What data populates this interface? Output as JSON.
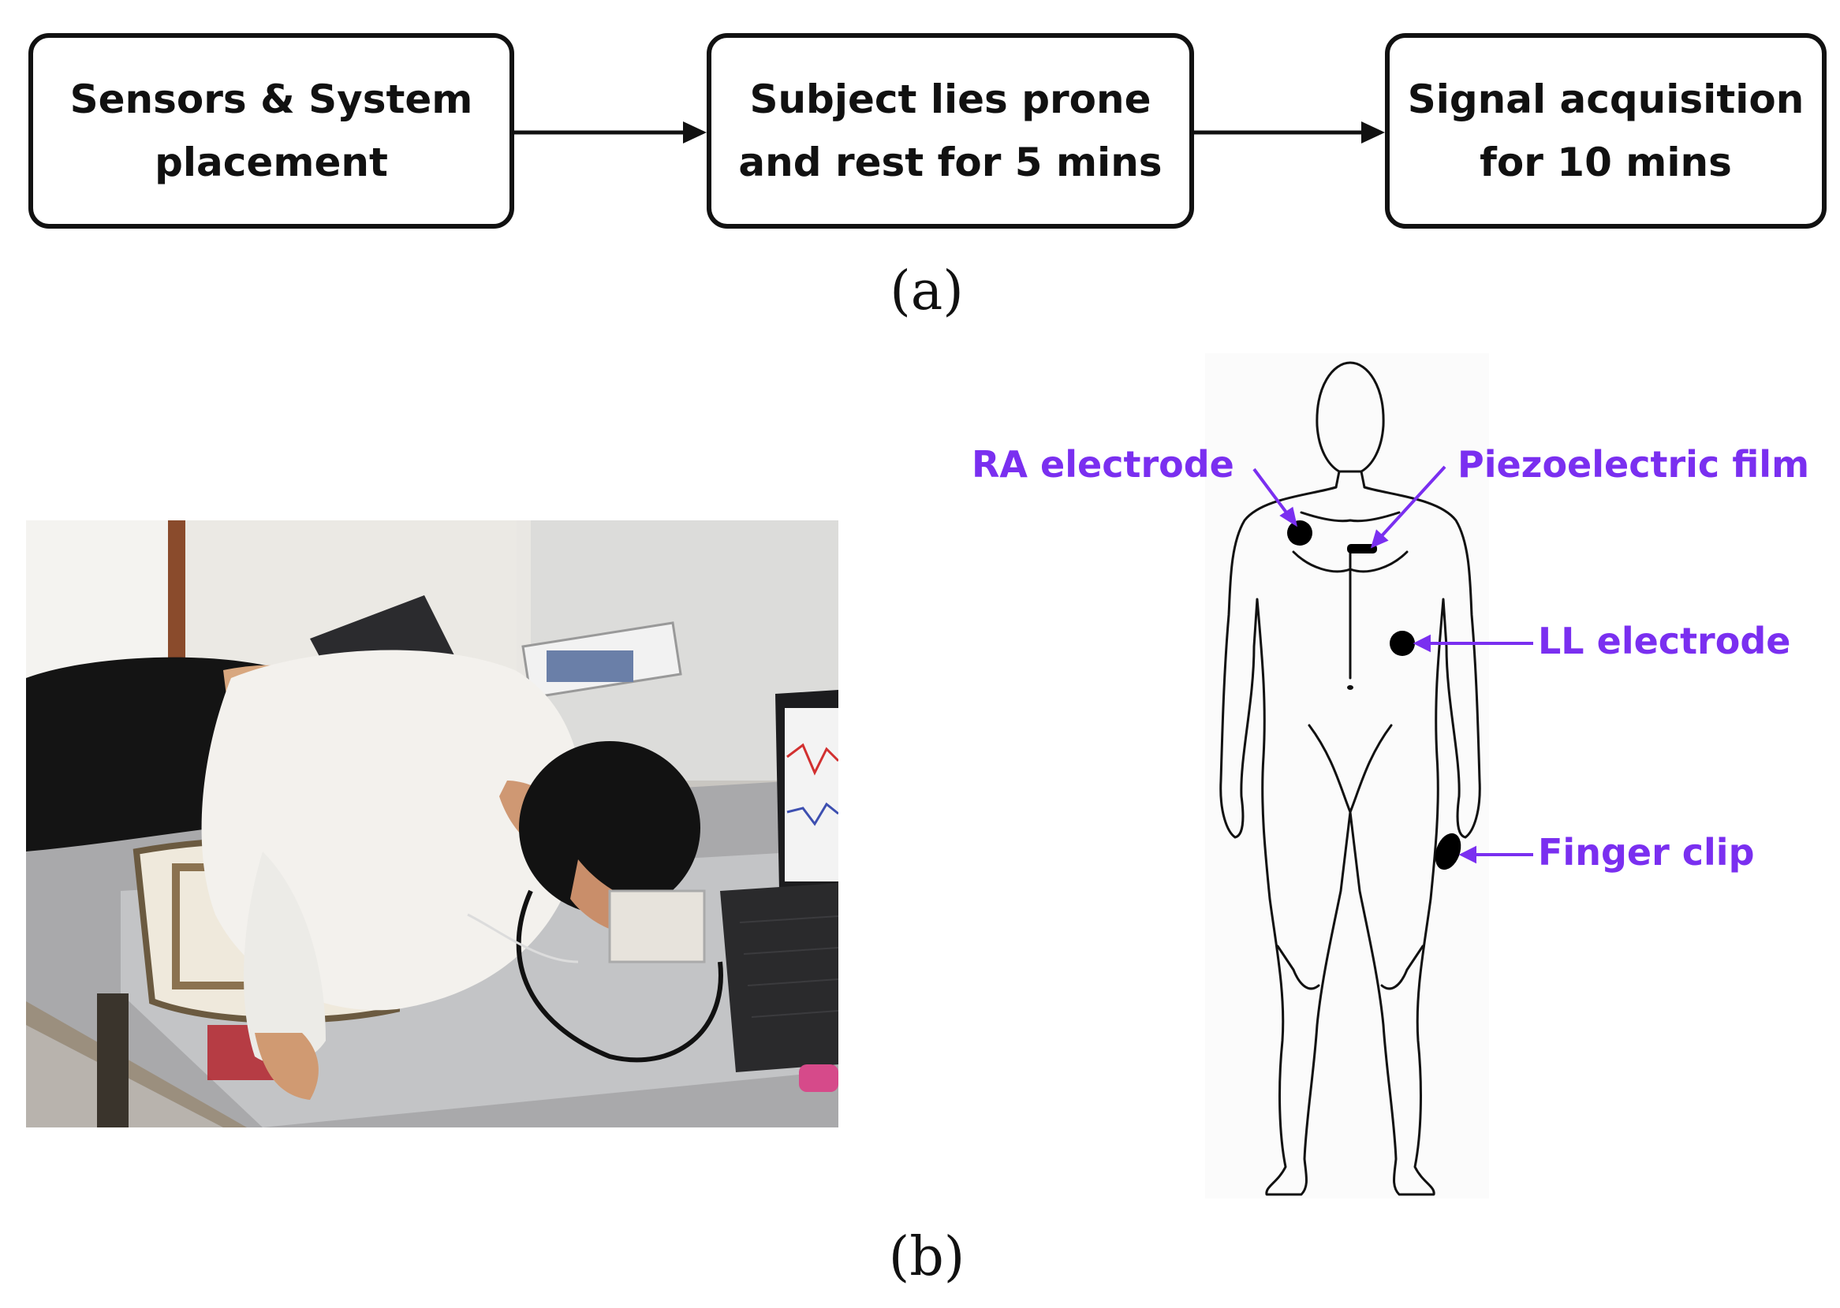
{
  "flowchart": {
    "steps": [
      {
        "line1": "Sensors & System",
        "line2": "placement"
      },
      {
        "line1": "Subject lies prone",
        "line2": "and rest for 5 mins"
      },
      {
        "line1": "Signal acquisition",
        "line2": "for 10 mins"
      }
    ]
  },
  "panel_a_label": "(a)",
  "panel_b_label": "(b)",
  "annotations": {
    "ra_electrode": "RA electrode",
    "piezo_film": "Piezoelectric film",
    "ll_electrode": "LL electrode",
    "finger_clip": "Finger clip"
  },
  "colors": {
    "annotation": "#7a2ff0",
    "box_border": "#111111",
    "sensor": "#000000"
  }
}
